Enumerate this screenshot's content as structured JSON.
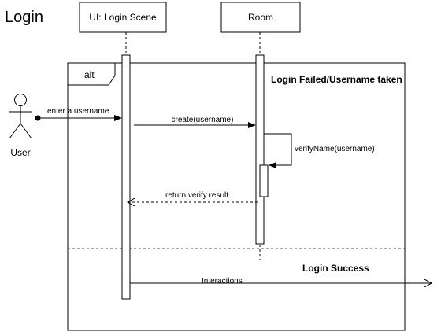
{
  "title": "Login",
  "lifelines": {
    "ui_label": "UI: Login Scene",
    "room_label": "Room"
  },
  "actor": {
    "label": "User",
    "icon": "stick-figure-icon"
  },
  "fragment": {
    "operator": "alt",
    "guard1": "Login Failed/Username taken",
    "guard2": "Login Success"
  },
  "messages": {
    "enter": "enter a username",
    "create": "create(username)",
    "verify": "verifyName(username)",
    "return": "return verify result",
    "interactions": "Interactions"
  },
  "colors": {
    "stroke": "#000000",
    "background": "#ffffff"
  }
}
